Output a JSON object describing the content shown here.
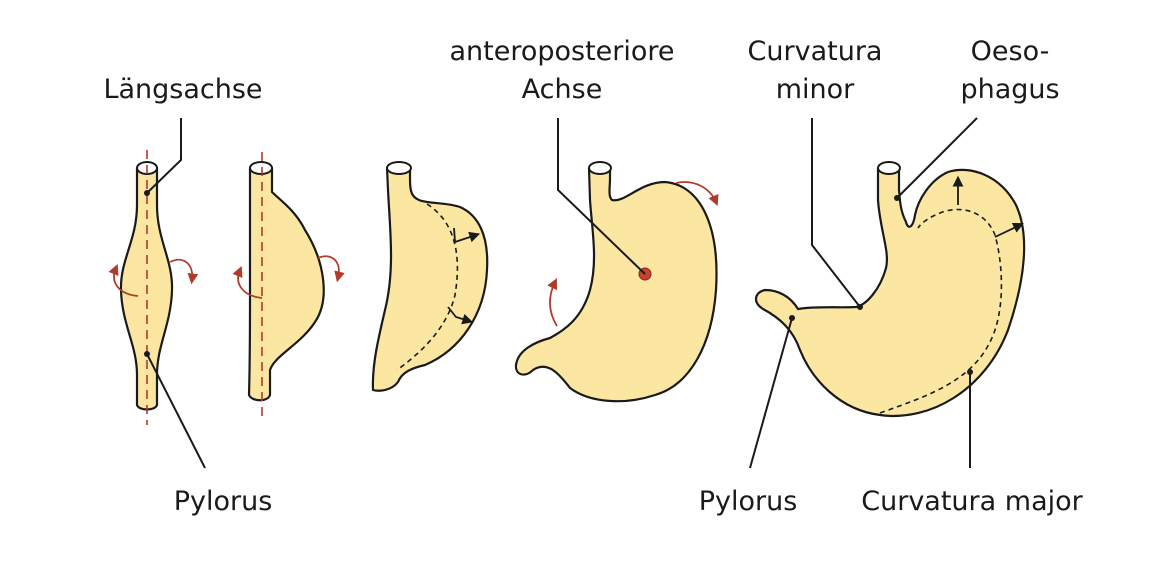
{
  "labels": {
    "laengsachse": "Längsachse",
    "pylorus_left": "Pylorus",
    "ap_achse_line1": "anteroposteriore",
    "ap_achse_line2": "Achse",
    "curv_minor_line1": "Curvatura",
    "curv_minor_line2": "minor",
    "oesophagus_line1": "Oeso-",
    "oesophagus_line2": "phagus",
    "pylorus_right": "Pylorus",
    "curv_major": "Curvatura major"
  },
  "colors": {
    "organ_fill": "#fbe6a2",
    "outline": "#1a1a1a",
    "rotation_arrow": "#b23a2a"
  }
}
